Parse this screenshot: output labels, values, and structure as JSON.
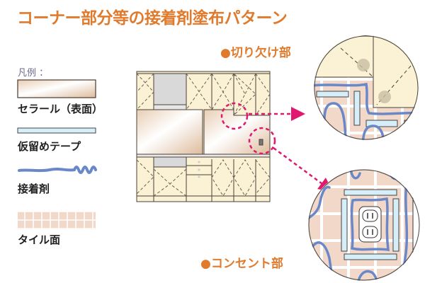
{
  "title": "コーナー部分等の接着剤塗布パターン",
  "callouts": {
    "notch": "●切り欠け部",
    "outlet": "●コンセント部"
  },
  "legend": {
    "heading": "凡例 ：",
    "items": [
      {
        "label": "セラール（表面）",
        "swatch": "ceral-panel"
      },
      {
        "label": "仮留めテープ",
        "swatch": "temporary-tape"
      },
      {
        "label": "接着剤",
        "swatch": "adhesive"
      },
      {
        "label": "タイル面",
        "swatch": "tile-surface"
      }
    ]
  },
  "colors": {
    "accent": "#E07B2E",
    "marker": "#E0186E",
    "adhesive": "#6A88C8",
    "tape": "#D6EEF8",
    "tile": "#F2D8C8",
    "cabinet": "#FBF1D4"
  }
}
